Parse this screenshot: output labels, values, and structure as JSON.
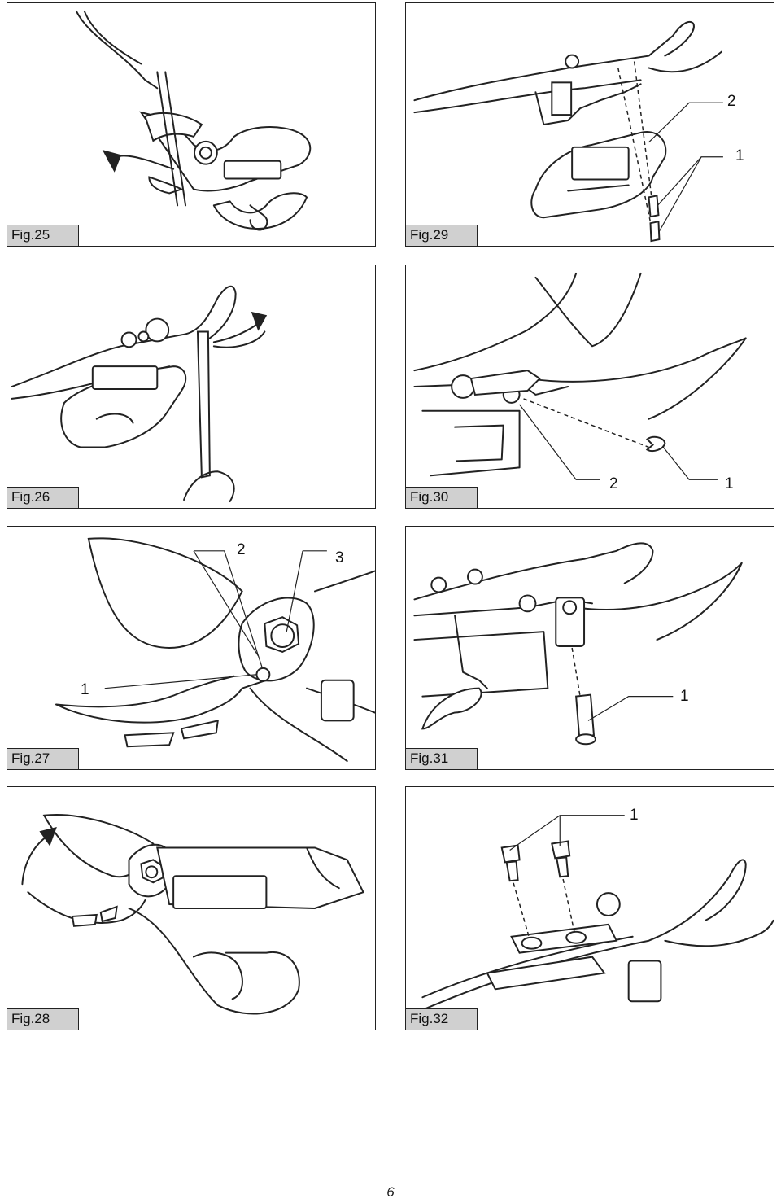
{
  "figures": {
    "fig25": {
      "label": "Fig.25"
    },
    "fig26": {
      "label": "Fig.26"
    },
    "fig27": {
      "label": "Fig.27",
      "callouts": [
        "2",
        "3",
        "1"
      ]
    },
    "fig28": {
      "label": "Fig.28"
    },
    "fig29": {
      "label": "Fig.29",
      "callouts": [
        "2",
        "1"
      ]
    },
    "fig30": {
      "label": "Fig.30",
      "callouts": [
        "2",
        "1"
      ]
    },
    "fig31": {
      "label": "Fig.31",
      "callouts": [
        "1"
      ]
    },
    "fig32": {
      "label": "Fig.32",
      "callouts": [
        "1"
      ]
    }
  },
  "page_number": "6"
}
